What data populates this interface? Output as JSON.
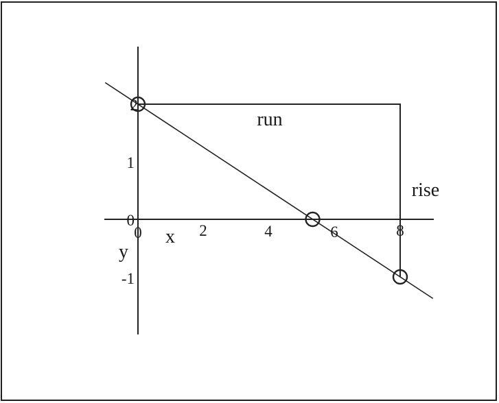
{
  "chart_data": {
    "type": "line",
    "x_ticks": [
      "0",
      "2",
      "4",
      "6",
      "8"
    ],
    "y_ticks": [
      "2",
      "1",
      "0",
      "-1"
    ],
    "xlabel": "x",
    "ylabel": "y",
    "line": {
      "x": [
        -1,
        9
      ],
      "y": [
        2.375,
        -1.375
      ]
    },
    "points": [
      {
        "x": 0,
        "y": 2
      },
      {
        "x": 5.33,
        "y": 0
      },
      {
        "x": 8,
        "y": -1
      }
    ],
    "triangle": {
      "x": [
        0,
        8
      ],
      "y": [
        2,
        -1
      ]
    },
    "annotations": {
      "run": "run",
      "rise": "rise"
    }
  }
}
